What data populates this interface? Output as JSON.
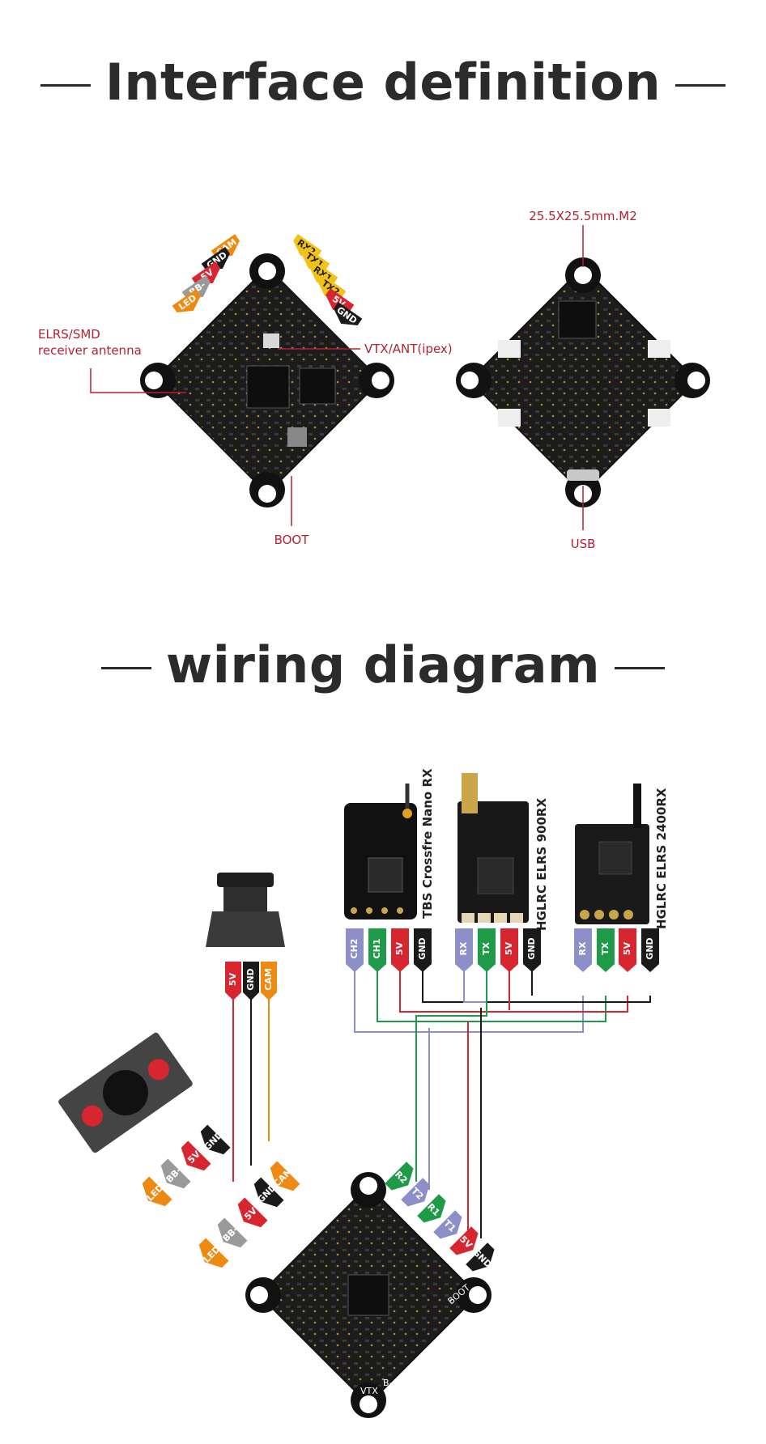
{
  "titles": {
    "interface": "Interface definition",
    "wiring": "wiring diagram"
  },
  "interface_labels": {
    "mount": "25.5X25.5mm.M2",
    "antenna_line1": "ELRS/SMD",
    "antenna_line2": "receiver antenna",
    "vtx": "VTX/ANT(ipex)",
    "boot": "BOOT",
    "usb": "USB"
  },
  "top_board_tags": {
    "left": [
      "CAM",
      "GND",
      "5V",
      "BB-",
      "LED"
    ],
    "right": [
      "RX2",
      "TX1",
      "RX1",
      "TX2",
      "5V",
      "GND"
    ]
  },
  "receivers": [
    {
      "name": "TBS Crossfre Nano RX",
      "pins": [
        "CH2",
        "CH1",
        "5V",
        "GND"
      ]
    },
    {
      "name": "HGLRC ELRS  900RX",
      "pins": [
        "RX",
        "TX",
        "5V",
        "GND"
      ]
    },
    {
      "name": "HGLRC ELRS  2400RX",
      "pins": [
        "RX",
        "TX",
        "5V",
        "GND"
      ]
    }
  ],
  "camera_pins": [
    "5V",
    "GND",
    "CAM"
  ],
  "buzzer_led_tags_left": [
    "GND",
    "5V",
    "BB-",
    "LED"
  ],
  "fc_tags_left": [
    "GND",
    "CAM",
    "5V",
    "BB-",
    "LED"
  ],
  "fc_tags_right": [
    "R2",
    "T2",
    "R1",
    "T1",
    "5V",
    "GND"
  ],
  "fc_silk": {
    "boot": "BOOT",
    "vtx": "VTX",
    "bm": "B-"
  },
  "colors": {
    "label_red": "#b22232",
    "title": "#2b2b2b",
    "pin_red": "#d7262f",
    "pin_green": "#1f9a48",
    "pin_purple": "#8d8fc9",
    "pin_black": "#1a1a1a",
    "pin_orange": "#ee8a12",
    "pin_grey": "#9a9a9a",
    "pin_yellow": "#f2c316"
  },
  "icons": [
    "board-icon",
    "camera-icon",
    "buzzer-icon",
    "antenna-icon"
  ]
}
